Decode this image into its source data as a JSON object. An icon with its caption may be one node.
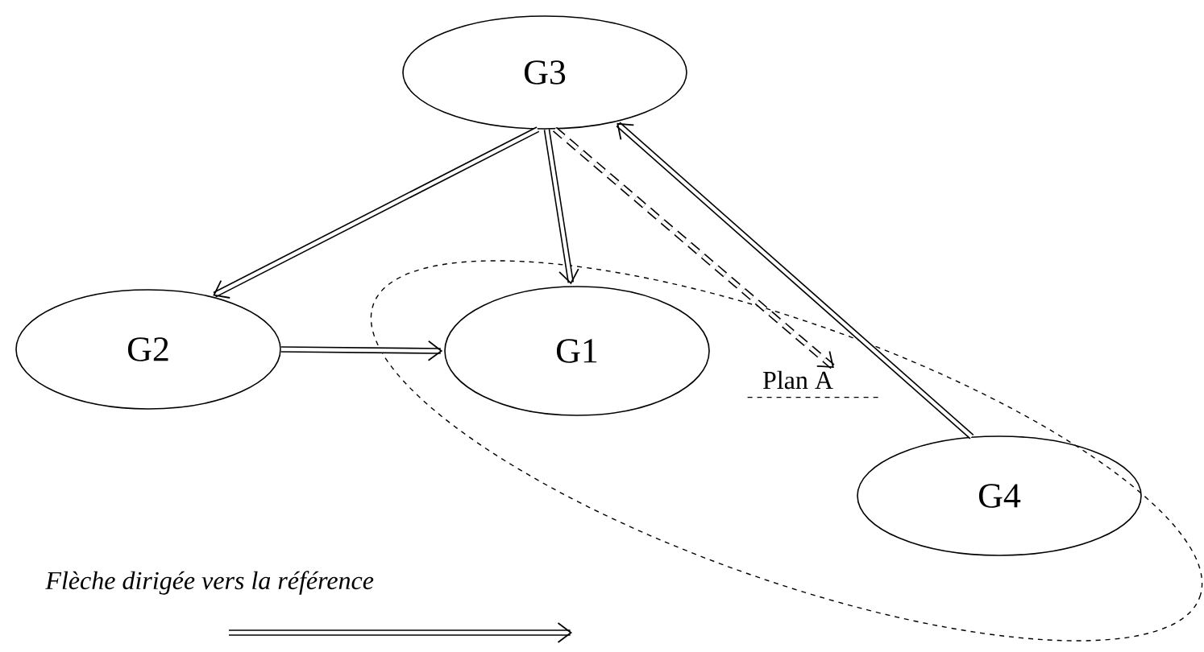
{
  "diagram": {
    "nodes": [
      {
        "text": [
          "G3"
        ]
      },
      {
        "text": [
          "G2"
        ]
      },
      {
        "text": [],
        "shape": "ellipse"
      },
      {
        "text": [
          "G1"
        ],
        "in": 2
      },
      {
        "text": [
          "Plan A"
        ],
        "in": 2
      },
      {
        "text": [
          "G4"
        ],
        "in": 2
      }
    ],
    "edges": [
      {
        "from": 0,
        "to": 1,
        "arrow": "to"
      },
      {
        "from": 0,
        "to": 3,
        "arrow": "to"
      },
      {
        "from": 1,
        "to": 3,
        "arrow": "to"
      },
      {
        "from": 5,
        "to": 0,
        "arrow": "to"
      },
      {
        "from": 0,
        "to": 4,
        "arrow": "to",
        "style": "dashed"
      }
    ],
    "legend": [
      {
        "text": "Flèche dirigée vers la référence"
      }
    ]
  }
}
